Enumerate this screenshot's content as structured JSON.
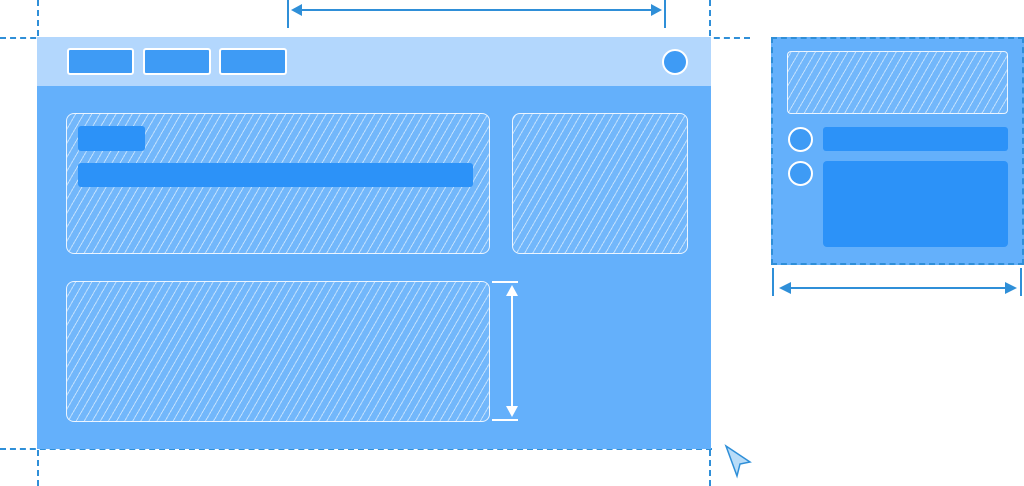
{
  "diagram": {
    "colors": {
      "canvas": "#64b0fb",
      "topbar": "#b3d7fd",
      "accent": "#2c92f8",
      "guide": "#2f8fd8",
      "panel_stroke": "#ffffff"
    },
    "top_nav": {
      "button_count": 3,
      "has_avatar": true
    },
    "main_panels": [
      "hero-panel",
      "side-panel",
      "bottom-panel"
    ],
    "side_card": {
      "rows": 2,
      "has_header_block": true
    },
    "indicators": [
      "width-arrow-top",
      "height-arrow-bottom-panel",
      "width-arrow-side-card",
      "cursor-icon"
    ]
  }
}
